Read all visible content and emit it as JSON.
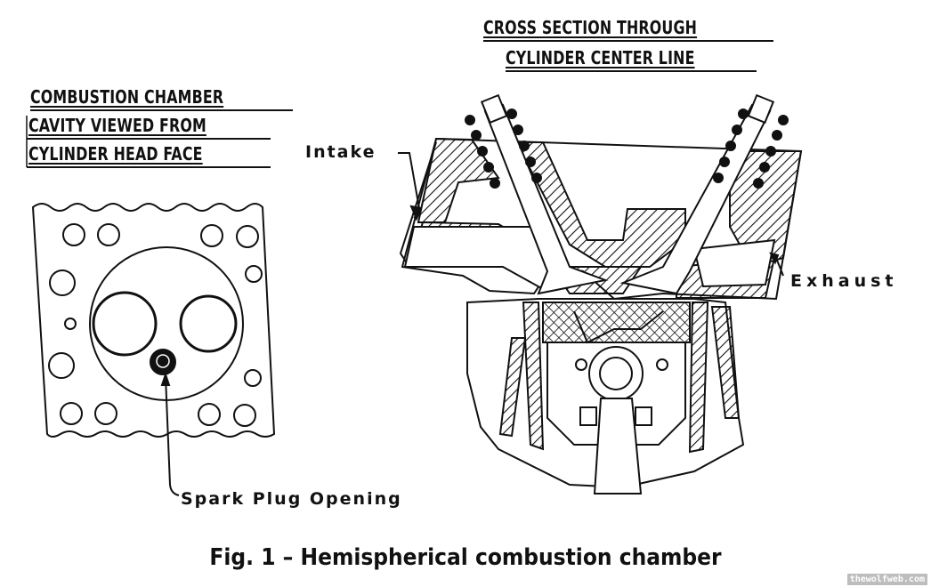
{
  "left_view": {
    "title_lines": [
      "COMBUSTION CHAMBER",
      "CAVITY VIEWED FROM",
      "CYLINDER HEAD FACE"
    ],
    "callout_spark": "Spark Plug Opening"
  },
  "right_view": {
    "title_lines": [
      "CROSS SECTION THROUGH",
      "CYLINDER CENTER LINE"
    ],
    "callout_intake": "Intake",
    "callout_exhaust": "Exhaust"
  },
  "caption": "Fig. 1 – Hemispherical combustion chamber",
  "watermark": "thewolfweb.com",
  "colors": {
    "ink": "#111111",
    "paper": "#ffffff",
    "watermark_bg": "#bdbdbd"
  }
}
